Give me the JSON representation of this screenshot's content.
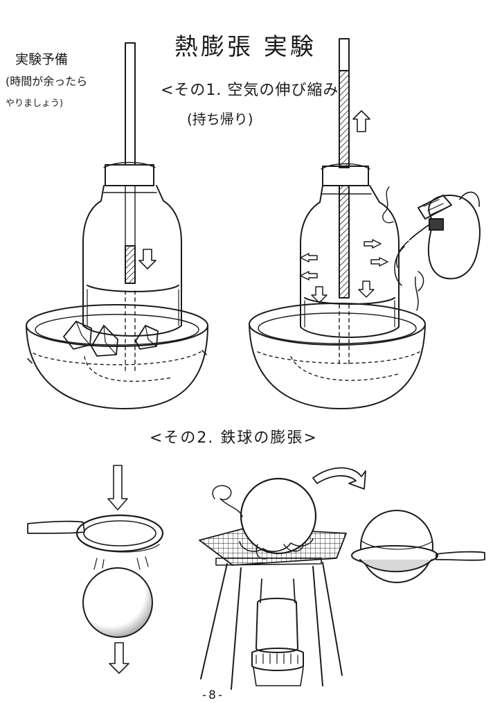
{
  "title": "熱膨張 実験",
  "experiment_1": {
    "heading": "<その1. 空気の伸び縮み",
    "note": "(持ち帰り)"
  },
  "prep_note": {
    "lines": [
      "実験予備",
      "(時間が余ったら",
      "やりましょう)"
    ]
  },
  "experiment_2": {
    "heading": "<その2. 鉄球の膨張>"
  },
  "page_number": "-8-",
  "colors": {
    "ink": "#1a1a1a",
    "paper": "#ffffff",
    "shade": "#3a3a3a"
  },
  "icons": [
    "bottle-with-straw-icon",
    "ice-cubes-icon",
    "water-bowl-icon",
    "kettle-icon",
    "iron-ball-icon",
    "metal-ring-spoon-icon",
    "burner-stand-icon",
    "down-arrow-icon",
    "up-arrow-icon",
    "curved-arrow-icon"
  ]
}
